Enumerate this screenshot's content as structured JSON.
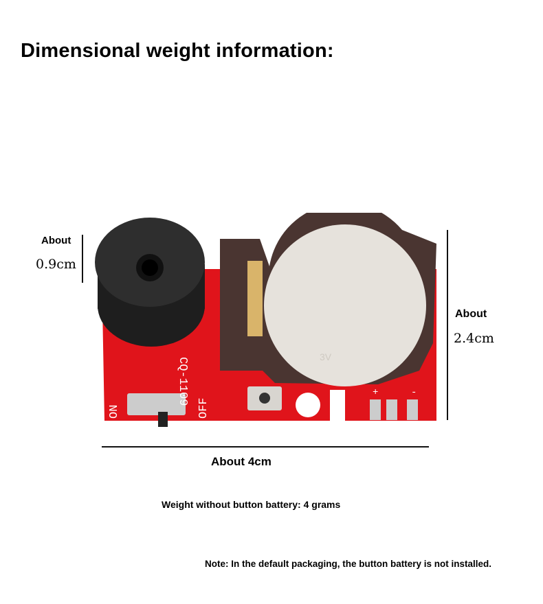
{
  "title": "Dimensional weight information:",
  "height_buzzer": {
    "about": "About",
    "value": "0.9cm"
  },
  "height_board": {
    "about": "About",
    "value": "2.4cm"
  },
  "width": "About 4cm",
  "weight": "Weight without button battery: 4 grams",
  "note": "Note: In the default packaging, the button battery is not installed.",
  "board_markings": {
    "model": "CQ-1109",
    "on": "ON",
    "off": "OFF",
    "battery": "3V",
    "plus": "+",
    "minus": "-"
  },
  "colors": {
    "pcb": "#e0141b",
    "battery": "#e6e2dc",
    "holder": "#4a3531",
    "buzzer": "#2a2a2a"
  }
}
